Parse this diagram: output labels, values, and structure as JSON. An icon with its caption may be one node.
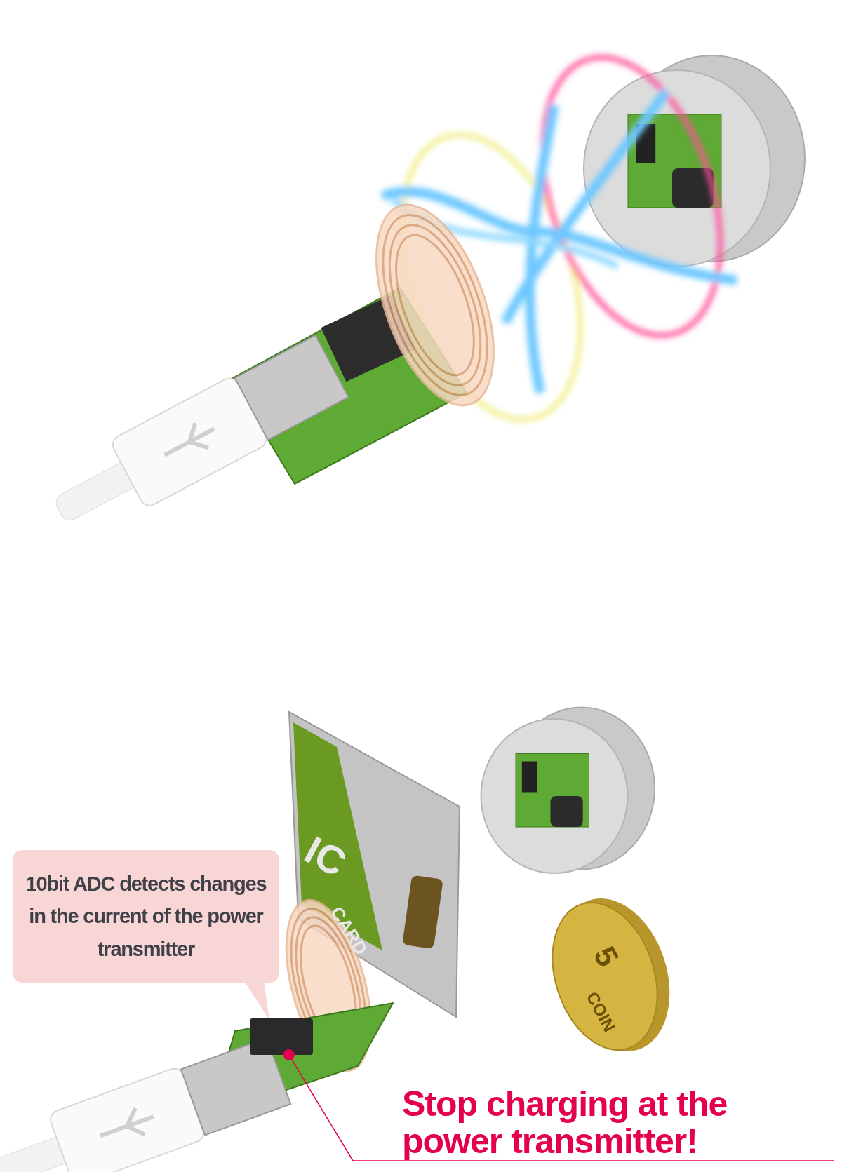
{
  "diagram": {
    "nodes": [
      {
        "text": [
          "10bit ADC detects changes in the current of the power transmitter"
        ]
      },
      {
        "text": [],
        "shape": "box"
      },
      {
        "text": [
          "Stop charging at the power transmitter!"
        ]
      }
    ],
    "edges": [
      {
        "from": 0,
        "to": 1,
        "arrow": "to",
        "color": "#f9d6d6"
      },
      {
        "from": 2,
        "to": 1,
        "arrow": "other",
        "color": "#e5004f"
      }
    ],
    "labels": [
      "IC",
      "CARD",
      "5",
      "COIN"
    ]
  }
}
